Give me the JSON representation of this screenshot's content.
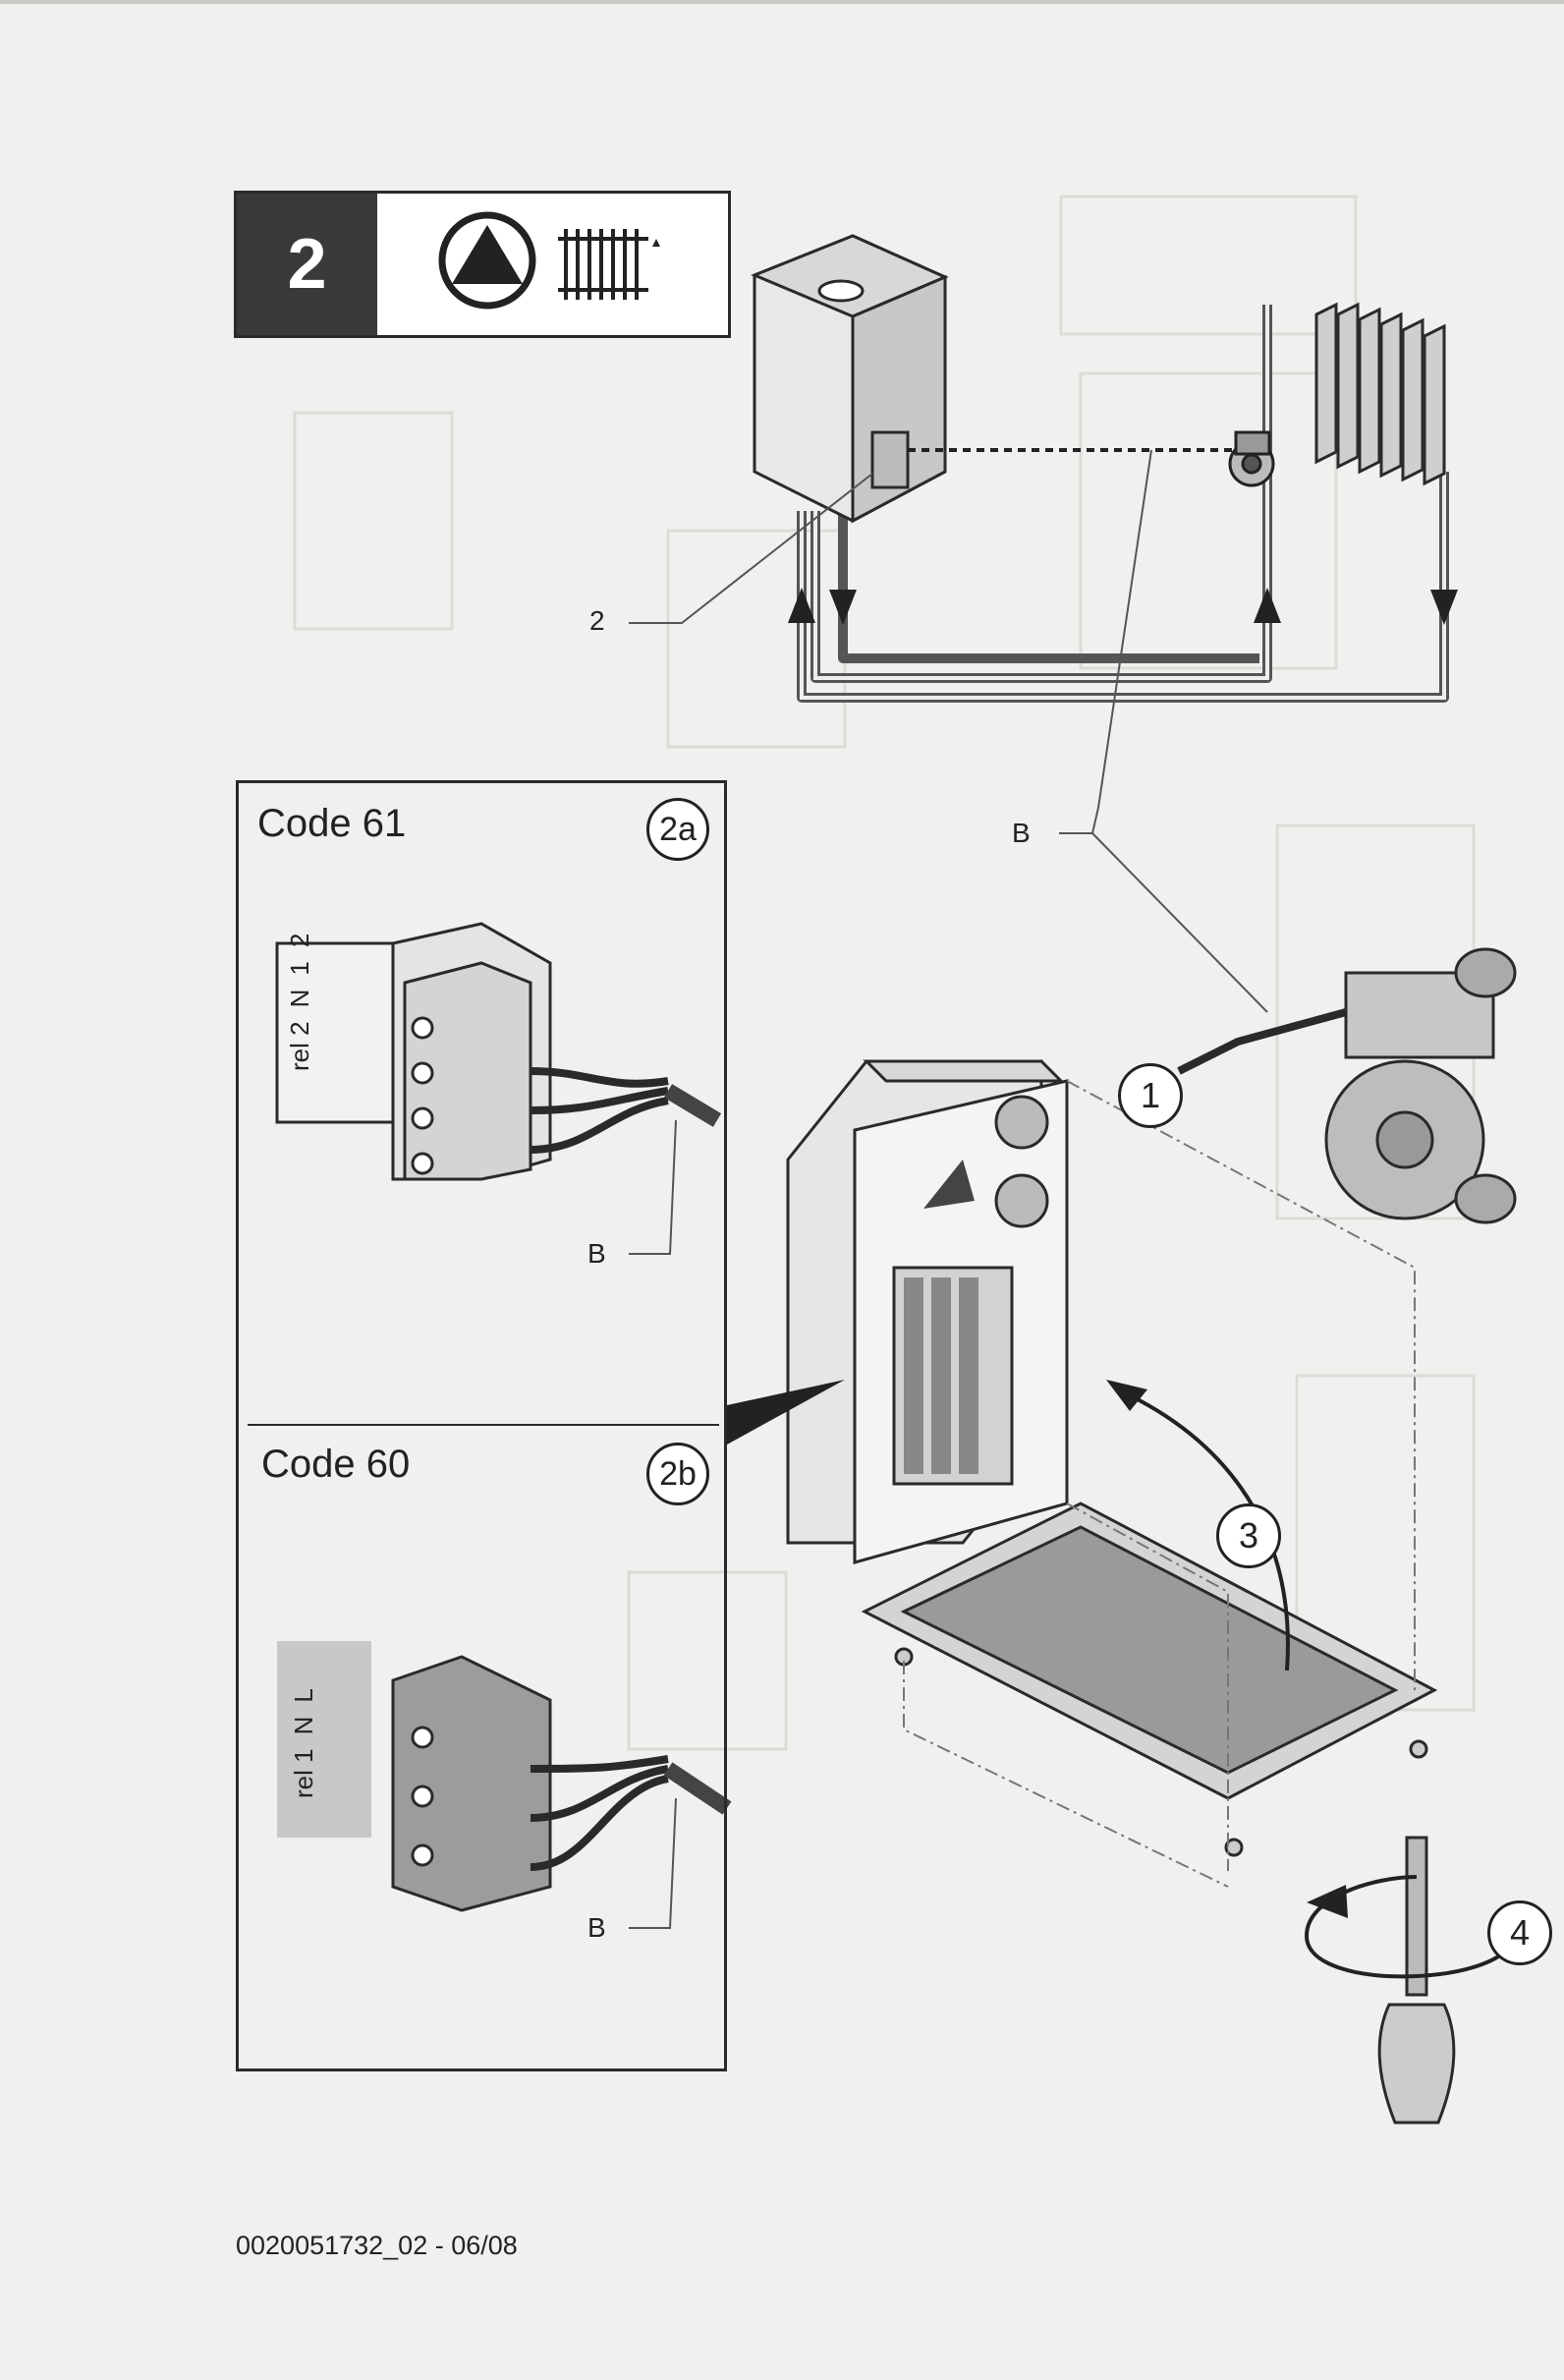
{
  "header": {
    "step_number": "2",
    "pump_icon": "pump-triangle-icon",
    "radiator_icon": "radiator-icon"
  },
  "diagram": {
    "label_2": "2",
    "label_b_top": "B"
  },
  "inset": {
    "code_61": {
      "title": "Code 61",
      "badge": "2a",
      "terminal_labels": [
        "rel 2",
        "N",
        "1",
        "2"
      ],
      "label_b": "B"
    },
    "code_60": {
      "title": "Code 60",
      "badge": "2b",
      "terminal_labels": [
        "rel 1",
        "N",
        "L"
      ],
      "label_b": "B"
    }
  },
  "callouts": [
    "1",
    "3",
    "4"
  ],
  "footer": {
    "doc_code": "0020051732_02 - 06/08"
  },
  "colors": {
    "line": "#2a2a2a",
    "fill_light": "#e2e2e0",
    "fill_mid": "#bdbdbb",
    "fill_dark": "#8a8a88",
    "badge_dark": "#3a3a3a"
  }
}
